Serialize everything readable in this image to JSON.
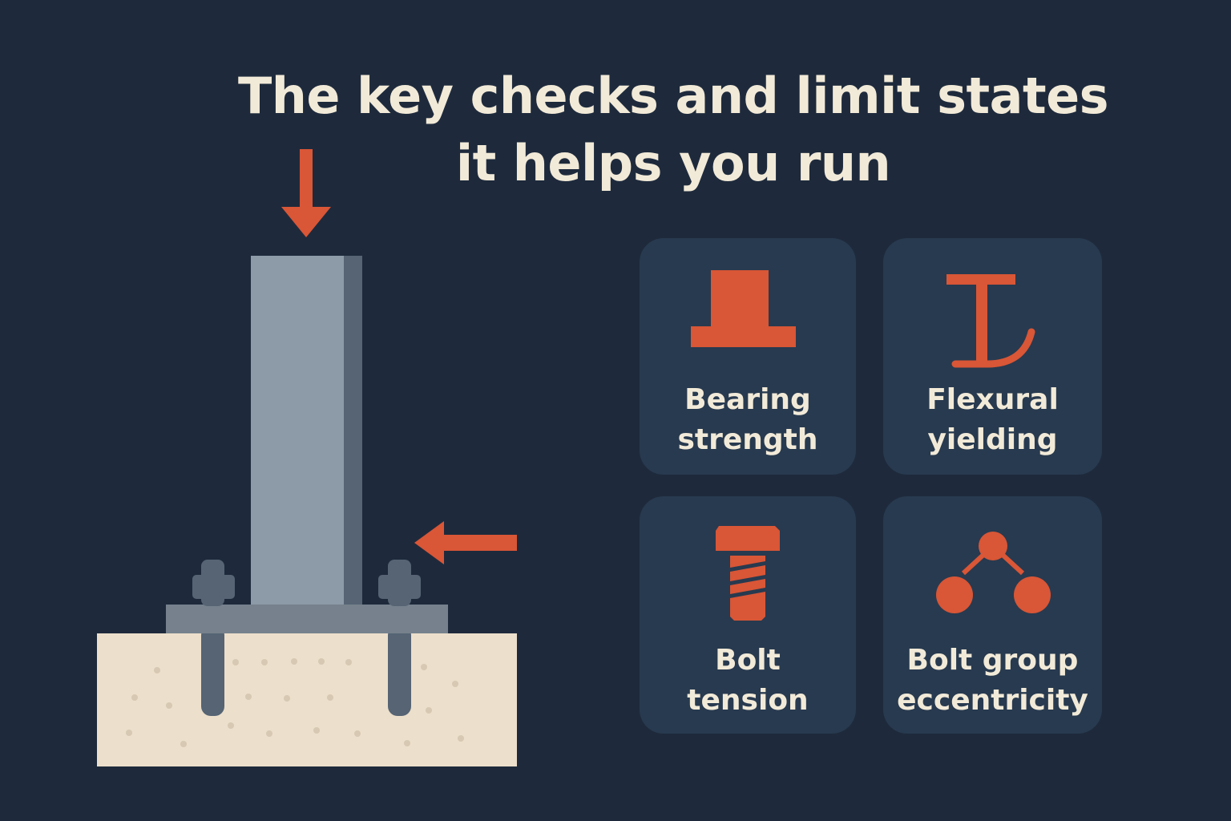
{
  "title": {
    "line1": "The key checks and limit states",
    "line2": "it helps you run"
  },
  "cards": [
    {
      "icon": "bearing-plate-icon",
      "line1": "Bearing",
      "line2": "strength"
    },
    {
      "icon": "flexural-beam-icon",
      "line1": "Flexural",
      "line2": "yielding"
    },
    {
      "icon": "bolt-icon",
      "line1": "Bolt",
      "line2": "tension"
    },
    {
      "icon": "bolt-group-icon",
      "line1": "Bolt group",
      "line2": "eccentricity"
    }
  ],
  "colors": {
    "background": "#1e2a3c",
    "card": "#283a4f",
    "accent": "#d95636",
    "text": "#f2ead8",
    "concrete": "#ecdfcb",
    "steel": "#8d9ba8"
  }
}
